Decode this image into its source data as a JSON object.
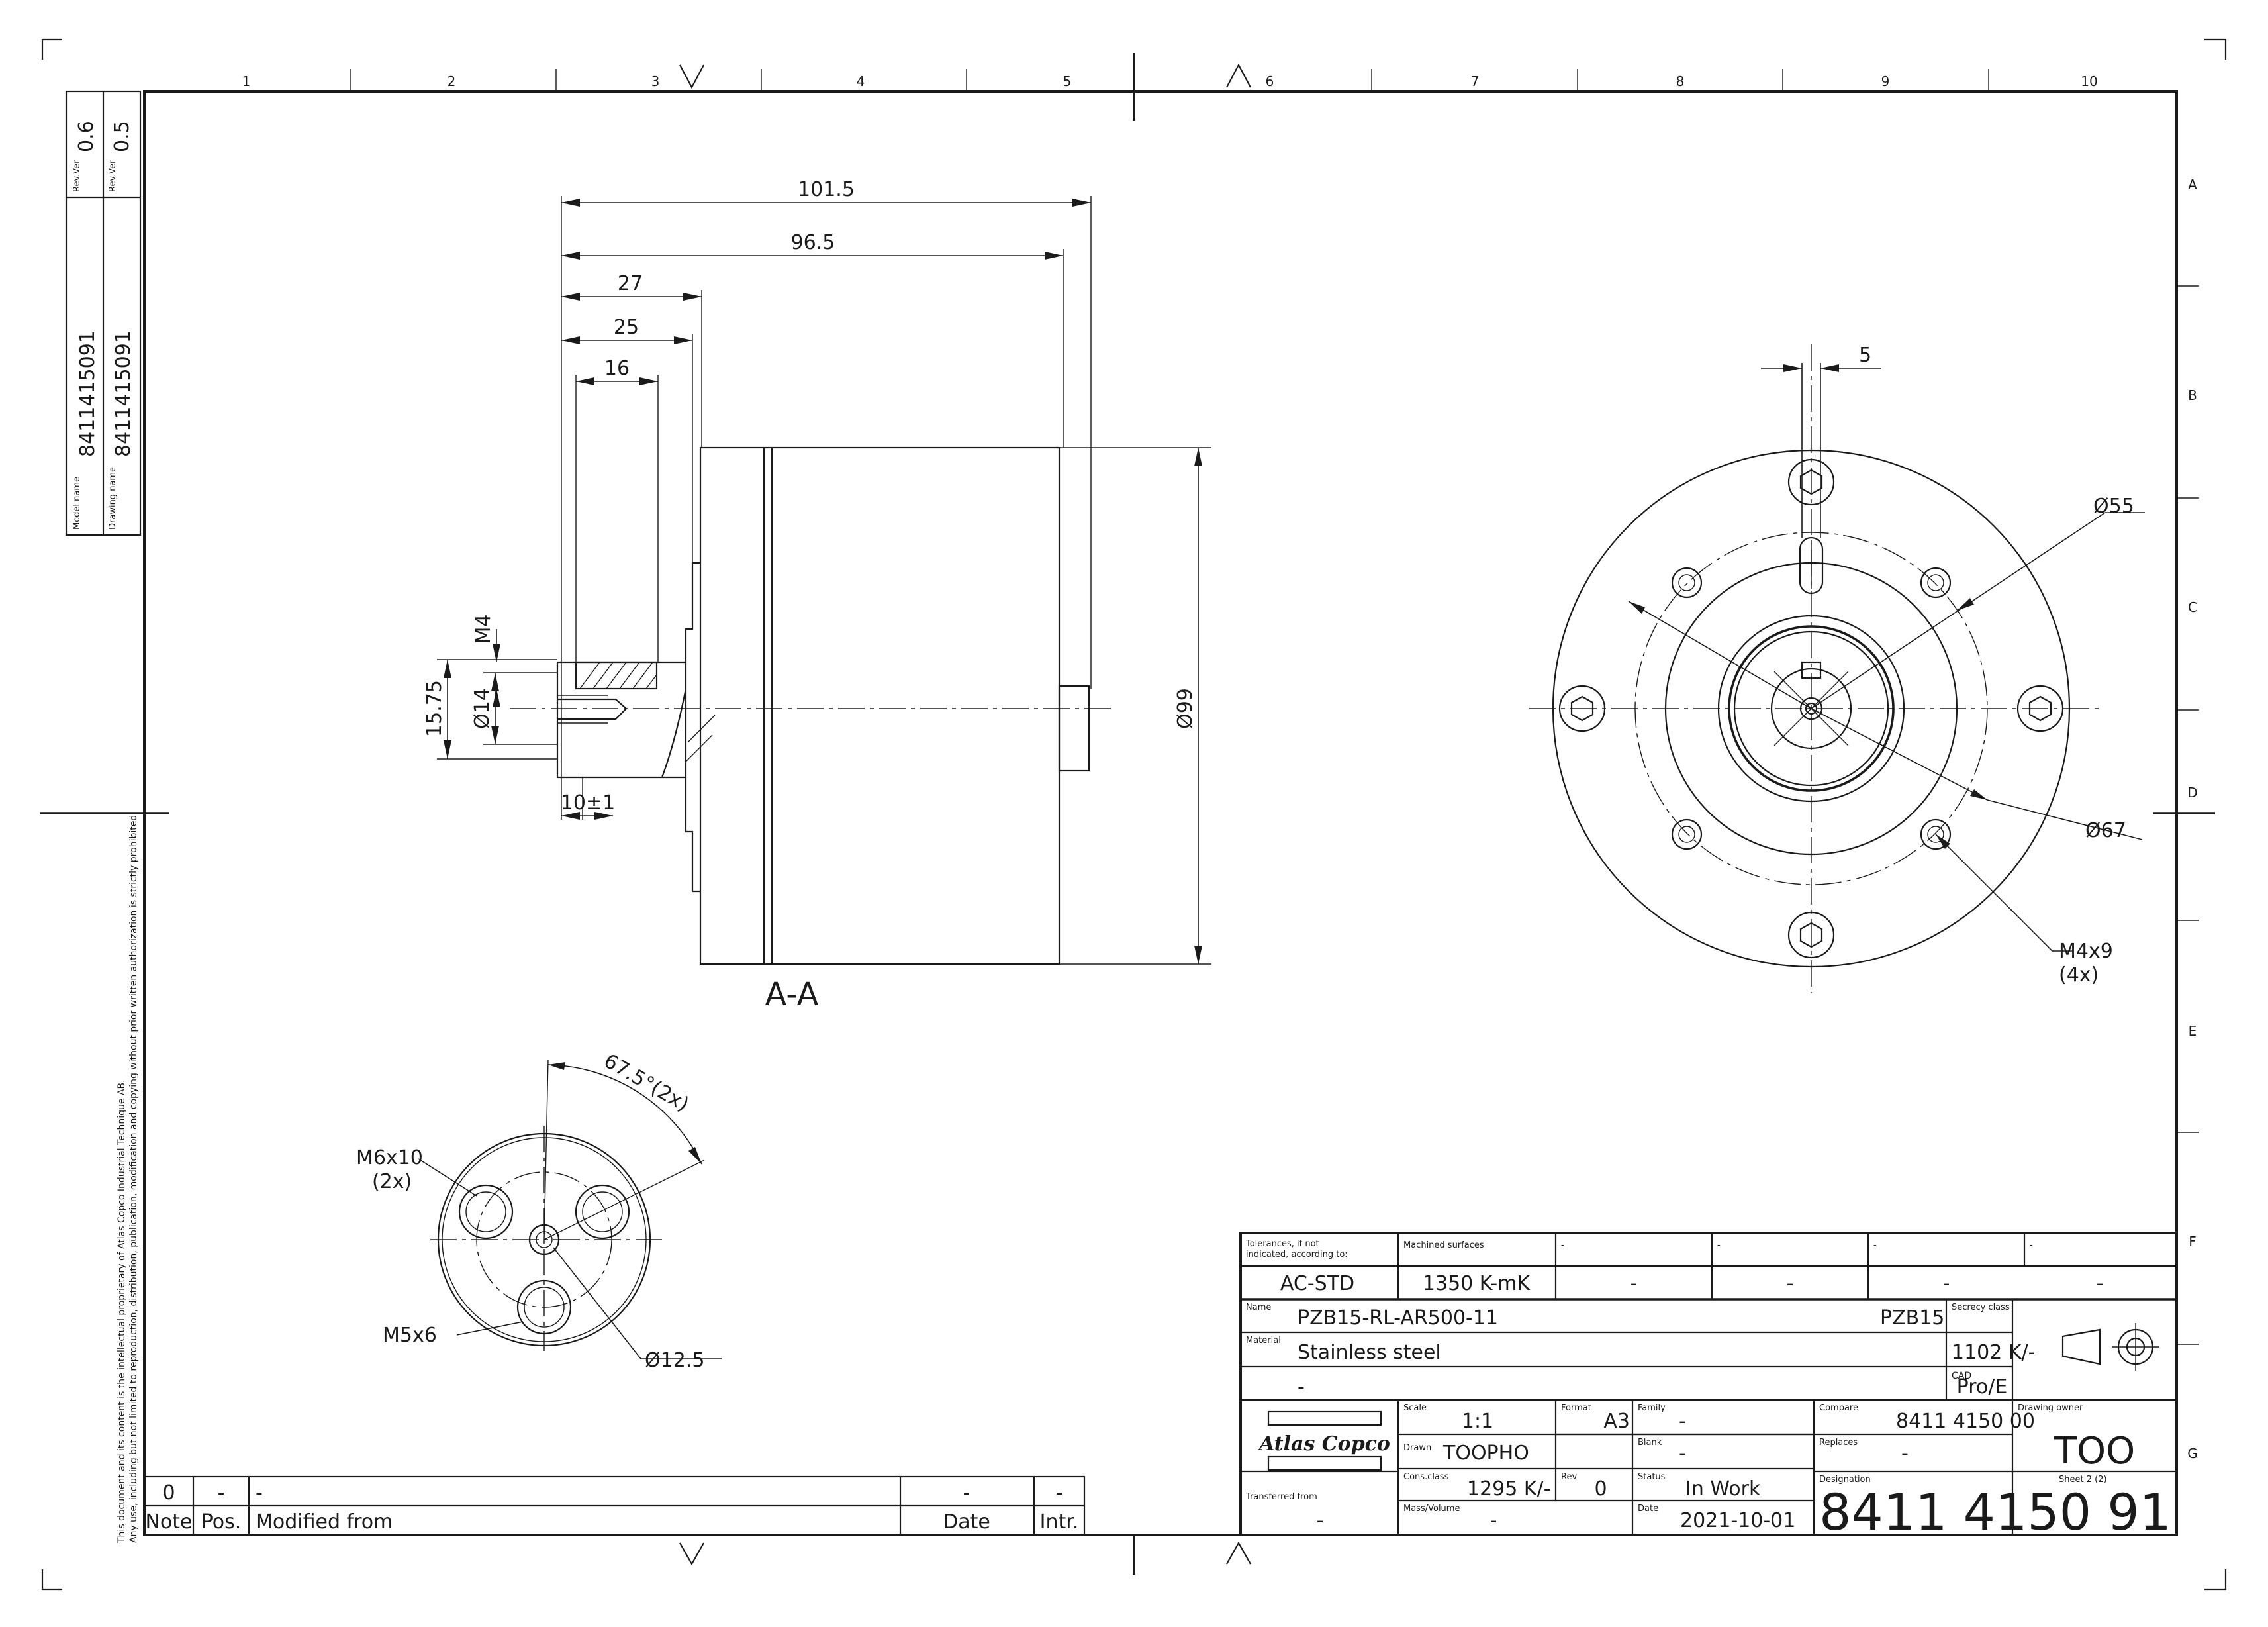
{
  "grid": {
    "columns": [
      "1",
      "2",
      "3",
      "4",
      "5",
      "6",
      "7",
      "8",
      "9",
      "10"
    ],
    "rows": [
      "A",
      "B",
      "C",
      "D",
      "E",
      "F",
      "G"
    ]
  },
  "side_strip": {
    "rev_ver_label": "Rev.Ver",
    "rev_ver_1": "0.6",
    "rev_ver_2": "0.5",
    "model_name_label": "Model name",
    "model_name": "8411415091",
    "drawing_name_label": "Drawing name",
    "drawing_name": "8411415091"
  },
  "disclaimer": {
    "line1": "This document and its content is the intellectual proprietary of Atlas Copco Industrial Technique AB.",
    "line2": "Any use, including but not limited to reproduction, distribution, publication, modification and copying without prior written authorization is strictly prohibited."
  },
  "section_view": {
    "label": "A-A",
    "dims": {
      "len_101_5": "101.5",
      "len_96_5": "96.5",
      "len_27": "27",
      "len_25": "25",
      "len_16": "16",
      "thread_m4": "M4",
      "dia_15_75": "15.75",
      "dia_14": "Ø14",
      "len_10": "10±1",
      "dia_99": "Ø99"
    }
  },
  "front_view": {
    "dims": {
      "off_5": "5",
      "dia_55": "Ø55",
      "dia_67": "Ø67",
      "holes_1": "M4x9",
      "holes_2": "(4x)"
    }
  },
  "rear_view": {
    "dims": {
      "angle": "67.5°(2x)",
      "m6_1": "M6x10",
      "m6_2": "(2x)",
      "m5": "M5x6",
      "dia_12_5": "Ø12.5"
    }
  },
  "revision_table": {
    "row": [
      "0",
      "-",
      "-",
      "-",
      "-"
    ],
    "headers": [
      "Note",
      "Pos.",
      "Modified from",
      "Date",
      "Intr."
    ]
  },
  "title_block": {
    "tolerances_label_1": "Tolerances, if not",
    "tolerances_label_2": "indicated, according to:",
    "tolerances": "AC-STD",
    "machined_label": "Machined surfaces",
    "machined": "1350 K-mK",
    "dash": "-",
    "name_label": "Name",
    "name": "PZB15-RL-AR500-11",
    "family_code": "PZB15",
    "secrecy_label": "Secrecy class",
    "secrecy": "1102 K/-",
    "material_label": "Material",
    "material": "Stainless steel",
    "material_2": "-",
    "cad_label": "CAD",
    "cad": "Pro/E",
    "brand": "Atlas Copco",
    "scale_label": "Scale",
    "scale": "1:1",
    "format_label": "Format",
    "format": "A3",
    "family_label": "Family",
    "family": "-",
    "compare_label": "Compare",
    "compare": "8411 4150 00",
    "owner_label": "Drawing owner",
    "owner": "TOO",
    "drawn_label": "Drawn",
    "drawn": "TOOPHO",
    "blank_label": "Blank",
    "blank": "-",
    "replaces_label": "Replaces",
    "replaces": "-",
    "transferred_label": "Transferred from",
    "transferred": "-",
    "cons_label": "Cons.class",
    "cons": "1295 K/-",
    "rev_label": "Rev",
    "rev": "0",
    "status_label": "Status",
    "status": "In Work",
    "designation_label": "Designation",
    "designation": "8411 4150 91",
    "sheet_label": "Sheet 2 (2)",
    "mass_label": "Mass/Volume",
    "mass": "-",
    "date_label": "Date",
    "date": "2021-10-01"
  }
}
